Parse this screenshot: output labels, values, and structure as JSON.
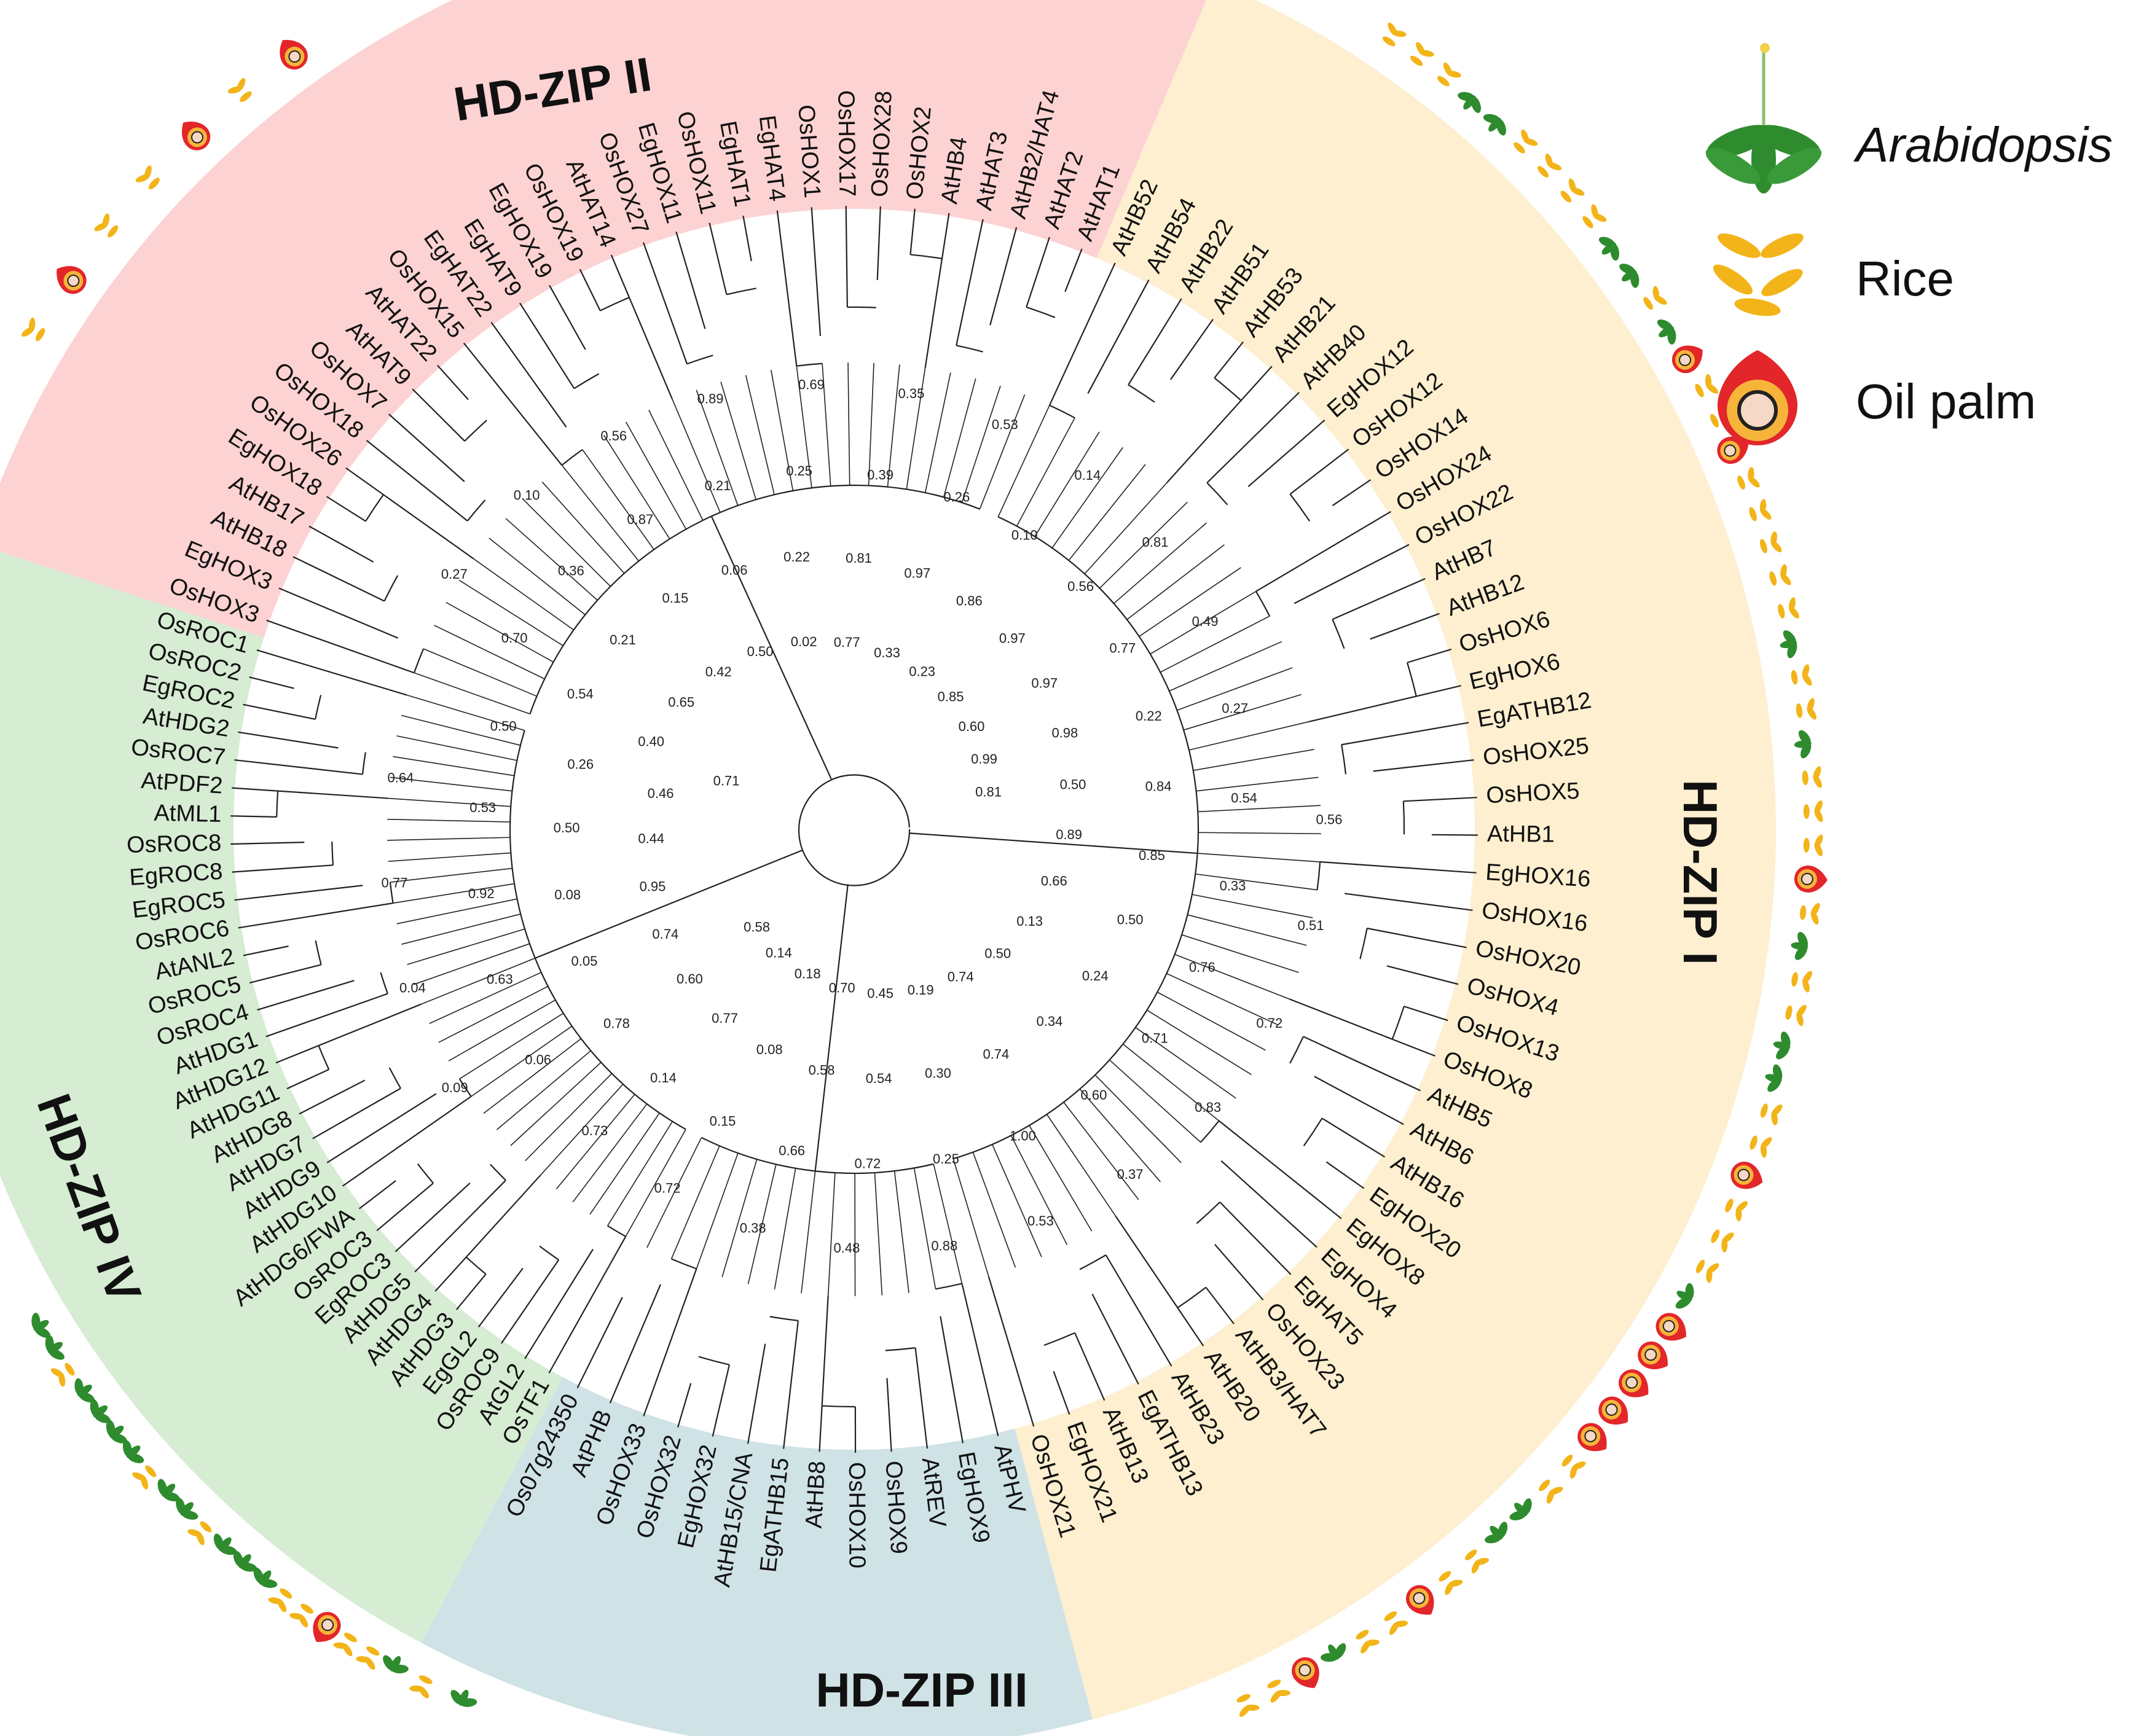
{
  "colors": {
    "hdzip1": "#fdefcf",
    "hdzip2": "#fdd2d2",
    "hdzip3": "#cfe2e6",
    "hdzip4": "#d6ecd3",
    "branch": "#222222",
    "arabidopsis": "#2e8b2e",
    "rice": "#f2b418",
    "oilpalm_outer": "#e2262a",
    "oilpalm_mid": "#f6b43b",
    "oilpalm_inner": "#f5d8c6"
  },
  "legend": {
    "items": [
      {
        "label": "Arabidopsis",
        "icon": "arabidopsis-icon",
        "italic": true
      },
      {
        "label": "Rice",
        "icon": "rice-icon",
        "italic": false
      },
      {
        "label": "Oil palm",
        "icon": "oil-palm-icon",
        "italic": false
      }
    ]
  },
  "subfamily_labels": {
    "hdzip1": "HD-ZIP I",
    "hdzip2": "HD-ZIP II",
    "hdzip3": "HD-ZIP III",
    "hdzip4": "HD-ZIP IV"
  },
  "clades": [
    {
      "id": "hdzip2",
      "color_key": "hdzip2",
      "species": "SSRSRSSOSOSROOORSSRROORRS",
      "leaves": [
        "OsHOX3",
        "EgHOX3",
        "AtHB18",
        "AtHB17",
        "EgHOX18",
        "OsHOX26",
        "OsHOX18",
        "OsHOX7",
        "AtHAT9",
        "AtHAT22",
        "OsHOX15",
        "EgHAT22",
        "EgHAT9",
        "EgHOX19",
        "OsHOX19",
        "AtHAT14",
        "OsHOX27",
        "EgHOX11",
        "OsHOX11",
        "EgHAT1",
        "EgHAT4",
        "OsHOX1",
        "OsHOX17",
        "OsHOX28",
        "OsHOX2",
        "AtHB4",
        "AtHAT3",
        "AtHB2/HAT4",
        "AtHAT2",
        "AtHAT1"
      ]
    },
    {
      "id": "hdzip1",
      "color_key": "hdzip1",
      "species": "ASSSASSSAASSSSAASAOSSOSSSSSASSASSSOSASSAASSOSSSAOOOOOSSAASSOSSAOSSOSSS",
      "leaves": [
        "AtHB52",
        "AtHB54",
        "AtHB22",
        "AtHB51",
        "AtHB53",
        "AtHB21",
        "AtHB40",
        "EgHOX12",
        "OsHOX12",
        "OsHOX14",
        "OsHOX24",
        "OsHOX22",
        "AtHB7",
        "AtHB12",
        "OsHOX6",
        "EgHOX6",
        "EgATHB12",
        "OsHOX25",
        "OsHOX5",
        "AtHB1",
        "EgHOX16",
        "OsHOX16",
        "OsHOX20",
        "OsHOX4",
        "OsHOX13",
        "OsHOX8",
        "AtHB5",
        "AtHB6",
        "AtHB16",
        "EgHOX20",
        "EgHOX8",
        "EgHOX4",
        "EgHAT5",
        "OsHOX23",
        "AtHB3/HAT7",
        "AtHB20",
        "AtHB23",
        "EgATHB13",
        "AtHB13",
        "EgHOX21",
        "OsHOX21"
      ]
    },
    {
      "id": "hdzip3",
      "color_key": "hdzip3",
      "species": "SSAASOSSAOSAASSAS",
      "leaves": [
        "AtPHV",
        "EgHOX9",
        "AtREV",
        "OsHOX9",
        "OsHOX10",
        "AtHB8",
        "EgATHB15",
        "AtHB15/CNA",
        "EgHOX32",
        "OsHOX32",
        "OsHOX33",
        "AtPHB",
        "Os07g24350"
      ]
    },
    {
      "id": "hdzip4",
      "color_key": "hdzip4",
      "species": "ASSOSSAAASAASAAAASAASSAASAAOSSOSSSSASAASSASSAOSSAAS",
      "leaves": [
        "OsTF1",
        "AtGL2",
        "OsROC9",
        "EgGL2",
        "AtHDG3",
        "AtHDG4",
        "AtHDG5",
        "EgROC3",
        "OsROC3",
        "AtHDG6/FWA",
        "AtHDG10",
        "AtHDG9",
        "AtHDG7",
        "AtHDG8",
        "AtHDG11",
        "AtHDG12",
        "AtHDG1",
        "OsROC4",
        "OsROC5",
        "AtANL2",
        "OsROC6",
        "EgROC5",
        "EgROC8",
        "OsROC8",
        "AtML1",
        "AtPDF2",
        "OsROC7",
        "AtHDG2",
        "EgROC2",
        "OsROC2",
        "OsROC1"
      ]
    }
  ],
  "bootstrap_values": [
    "0.71",
    "0.40",
    "0.54",
    "0.70",
    "0.27",
    "0.65",
    "0.21",
    "0.36",
    "0.10",
    "0.42",
    "0.15",
    "0.87",
    "0.56",
    "0.50",
    "0.06",
    "0.21",
    "0.89",
    "0.02",
    "0.22",
    "0.25",
    "0.69",
    "0.77",
    "0.81",
    "0.39",
    "0.35",
    "0.33",
    "0.97",
    "0.26",
    "0.53",
    "0.23",
    "0.86",
    "0.10",
    "0.14",
    "0.85",
    "0.97",
    "0.56",
    "0.81",
    "0.60",
    "0.97",
    "0.77",
    "0.49",
    "0.99",
    "0.98",
    "0.22",
    "0.27",
    "0.81",
    "0.50",
    "0.84",
    "0.54",
    "0.56",
    "0.89",
    "0.85",
    "0.33",
    "0.51",
    "0.66",
    "0.50",
    "0.76",
    "0.72",
    "0.13",
    "0.24",
    "0.71",
    "0.83",
    "0.50",
    "0.34",
    "0.60",
    "0.37",
    "0.74",
    "0.74",
    "1.00",
    "0.53",
    "0.19",
    "0.30",
    "0.25",
    "0.88",
    "0.45",
    "0.54",
    "0.72",
    "0.48",
    "0.70",
    "0.58",
    "0.66",
    "0.38",
    "0.18",
    "0.08",
    "0.15",
    "0.72",
    "0.14",
    "0.77",
    "0.14",
    "0.73",
    "0.58",
    "0.60",
    "0.78",
    "0.06",
    "0.09",
    "0.74",
    "0.05",
    "0.63",
    "0.04",
    "0.95",
    "0.08",
    "0.92",
    "0.77",
    "0.44",
    "0.50",
    "0.53",
    "0.64",
    "0.46",
    "0.26",
    "0.50"
  ]
}
